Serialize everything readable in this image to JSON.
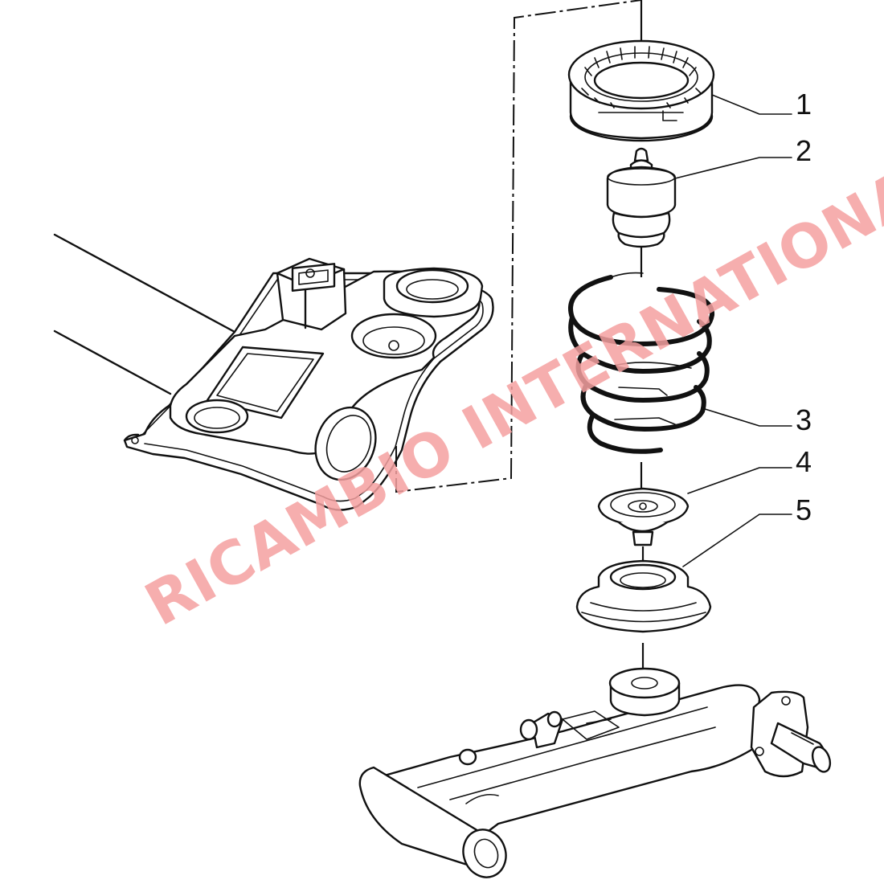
{
  "diagram": {
    "callouts": [
      {
        "number": "1",
        "part": "upper spring seat / top mount"
      },
      {
        "number": "2",
        "part": "bump stop"
      },
      {
        "number": "3",
        "part": "coil spring"
      },
      {
        "number": "4",
        "part": "spring pad / cup"
      },
      {
        "number": "5",
        "part": "lower spring seat"
      }
    ]
  },
  "watermark": {
    "text": "RICAMBIO INTERNATIONAL",
    "color": "#f4a0a0"
  },
  "colors": {
    "line": "#111111",
    "background": "#ffffff"
  }
}
